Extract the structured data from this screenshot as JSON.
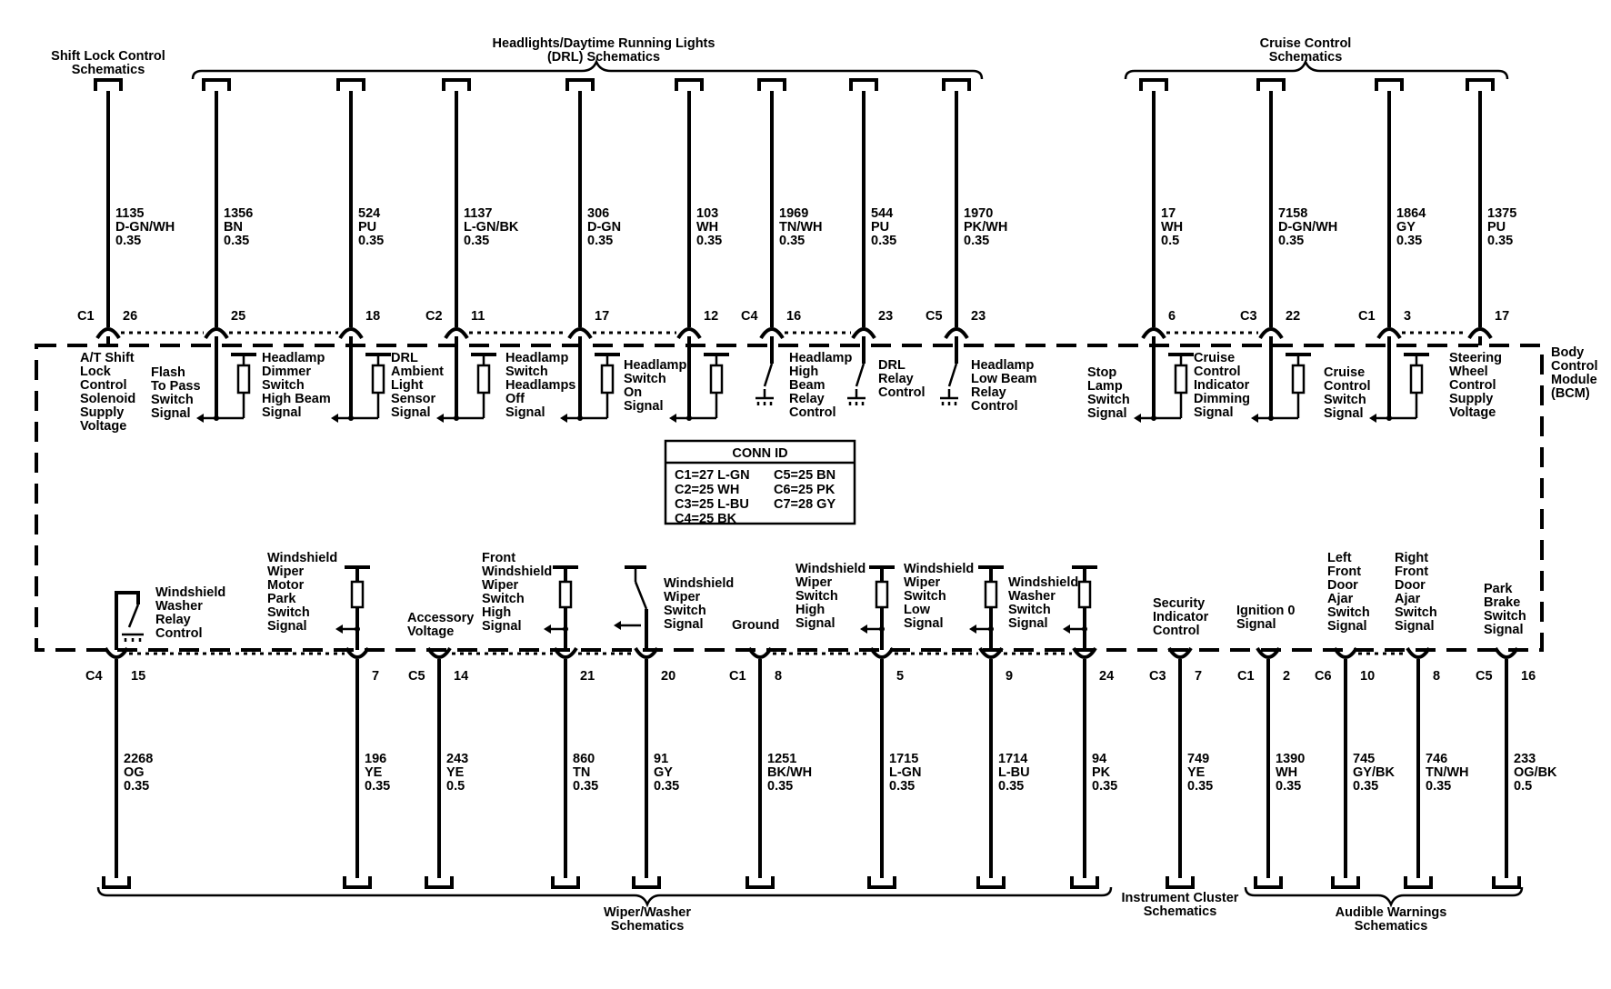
{
  "module": {
    "label_lines": [
      "Body",
      "Control",
      "Module",
      "(BCM)"
    ]
  },
  "top_groups": [
    {
      "lines": [
        "Shift Lock Control",
        "Schematics"
      ]
    },
    {
      "lines": [
        "Headlights/Daytime Running Lights",
        "(DRL) Schematics"
      ]
    },
    {
      "lines": [
        "Cruise Control",
        "Schematics"
      ]
    }
  ],
  "bottom_groups": [
    {
      "lines": [
        "Wiper/Washer",
        "Schematics"
      ]
    },
    {
      "lines": [
        "Instrument Cluster",
        "Schematics"
      ]
    },
    {
      "lines": [
        "Audible Warnings",
        "Schematics"
      ]
    }
  ],
  "top_circuits": [
    {
      "conn": "C1",
      "pin": "26",
      "circuit": "1135",
      "color": "D-GN/WH",
      "gauge": "0.35",
      "label": [
        "A/T Shift",
        "Lock",
        "Control",
        "Solenoid",
        "Supply",
        "Voltage"
      ]
    },
    {
      "conn": "",
      "pin": "25",
      "circuit": "1356",
      "color": "BN",
      "gauge": "0.35",
      "label": [
        "Flash",
        "To Pass",
        "Switch",
        "Signal"
      ]
    },
    {
      "conn": "",
      "pin": "18",
      "circuit": "524",
      "color": "PU",
      "gauge": "0.35",
      "label": [
        "Headlamp",
        "Dimmer",
        "Switch",
        "High Beam",
        "Signal"
      ]
    },
    {
      "conn": "C2",
      "pin": "11",
      "circuit": "1137",
      "color": "L-GN/BK",
      "gauge": "0.35",
      "label": [
        "DRL",
        "Ambient",
        "Light",
        "Sensor",
        "Signal"
      ]
    },
    {
      "conn": "",
      "pin": "17",
      "circuit": "306",
      "color": "D-GN",
      "gauge": "0.35",
      "label": [
        "Headlamp",
        "Switch",
        "Headlamps",
        "Off",
        "Signal"
      ]
    },
    {
      "conn": "",
      "pin": "12",
      "circuit": "103",
      "color": "WH",
      "gauge": "0.35",
      "label": [
        "Headlamp",
        "Switch",
        "On",
        "Signal"
      ]
    },
    {
      "conn": "C4",
      "pin": "16",
      "circuit": "1969",
      "color": "TN/WH",
      "gauge": "0.35",
      "label": [
        "Headlamp",
        "High",
        "Beam",
        "Relay",
        "Control"
      ]
    },
    {
      "conn": "",
      "pin": "23",
      "circuit": "544",
      "color": "PU",
      "gauge": "0.35",
      "label": [
        "DRL",
        "Relay",
        "Control"
      ]
    },
    {
      "conn": "C5",
      "pin": "23",
      "circuit": "1970",
      "color": "PK/WH",
      "gauge": "0.35",
      "label": [
        "Headlamp",
        "Low Beam",
        "Relay",
        "Control"
      ]
    },
    {
      "conn": "",
      "pin": "6",
      "circuit": "17",
      "color": "WH",
      "gauge": "0.5",
      "label": [
        "Stop",
        "Lamp",
        "Switch",
        "Signal"
      ]
    },
    {
      "conn": "C3",
      "pin": "22",
      "circuit": "7158",
      "color": "D-GN/WH",
      "gauge": "0.35",
      "label": [
        "Cruise",
        "Control",
        "Indicator",
        "Dimming",
        "Signal"
      ]
    },
    {
      "conn": "C1",
      "pin": "3",
      "circuit": "1864",
      "color": "GY",
      "gauge": "0.35",
      "label": [
        "Cruise",
        "Control",
        "Switch",
        "Signal"
      ]
    },
    {
      "conn": "",
      "pin": "17",
      "circuit": "1375",
      "color": "PU",
      "gauge": "0.35",
      "label": [
        "Steering",
        "Wheel",
        "Control",
        "Supply",
        "Voltage"
      ]
    }
  ],
  "bottom_circuits": [
    {
      "conn": "C4",
      "pin": "15",
      "circuit": "2268",
      "color": "OG",
      "gauge": "0.35",
      "label": [
        "Windshield",
        "Washer",
        "Relay",
        "Control"
      ]
    },
    {
      "conn": "",
      "pin": "7",
      "circuit": "196",
      "color": "YE",
      "gauge": "0.35",
      "label": [
        "Windshield",
        "Wiper",
        "Motor",
        "Park",
        "Switch",
        "Signal"
      ]
    },
    {
      "conn": "C5",
      "pin": "14",
      "circuit": "243",
      "color": "YE",
      "gauge": "0.5",
      "label": [
        "Accessory",
        "Voltage"
      ]
    },
    {
      "conn": "",
      "pin": "21",
      "circuit": "860",
      "color": "TN",
      "gauge": "0.35",
      "label": [
        "Front",
        "Windshield",
        "Wiper",
        "Switch",
        "High",
        "Signal"
      ]
    },
    {
      "conn": "",
      "pin": "20",
      "circuit": "91",
      "color": "GY",
      "gauge": "0.35",
      "label": [
        "Windshield",
        "Wiper",
        "Switch",
        "Signal"
      ]
    },
    {
      "conn": "C1",
      "pin": "8",
      "circuit": "1251",
      "color": "BK/WH",
      "gauge": "0.35",
      "label": [
        "Ground"
      ]
    },
    {
      "conn": "",
      "pin": "5",
      "circuit": "1715",
      "color": "L-GN",
      "gauge": "0.35",
      "label": [
        "Windshield",
        "Wiper",
        "Switch",
        "High",
        "Signal"
      ]
    },
    {
      "conn": "",
      "pin": "9",
      "circuit": "1714",
      "color": "L-BU",
      "gauge": "0.35",
      "label": [
        "Windshield",
        "Wiper",
        "Switch",
        "Low",
        "Signal"
      ]
    },
    {
      "conn": "",
      "pin": "24",
      "circuit": "94",
      "color": "PK",
      "gauge": "0.35",
      "label": [
        "Windshield",
        "Washer",
        "Switch",
        "Signal"
      ]
    },
    {
      "conn": "C3",
      "pin": "7",
      "circuit": "749",
      "color": "YE",
      "gauge": "0.35",
      "label": [
        "Security",
        "Indicator",
        "Control"
      ]
    },
    {
      "conn": "C1",
      "pin": "2",
      "circuit": "1390",
      "color": "WH",
      "gauge": "0.35",
      "label": [
        "Ignition 0",
        "Signal"
      ]
    },
    {
      "conn": "C6",
      "pin": "10",
      "circuit": "745",
      "color": "GY/BK",
      "gauge": "0.35",
      "label": [
        "Left",
        "Front",
        "Door",
        "Ajar",
        "Switch",
        "Signal"
      ]
    },
    {
      "conn": "",
      "pin": "8",
      "circuit": "746",
      "color": "TN/WH",
      "gauge": "0.35",
      "label": [
        "Right",
        "Front",
        "Door",
        "Ajar",
        "Switch",
        "Signal"
      ]
    },
    {
      "conn": "C5",
      "pin": "16",
      "circuit": "233",
      "color": "OG/BK",
      "gauge": "0.5",
      "label": [
        "Park",
        "Brake",
        "Switch",
        "Signal"
      ]
    }
  ],
  "conn_id": {
    "title": "CONN ID",
    "left": [
      "C1=27 L-GN",
      "C2=25 WH",
      "C3=25 L-BU",
      "C4=25 BK"
    ],
    "right": [
      "C5=25 BN",
      "C6=25 PK",
      "C7=28 GY"
    ]
  }
}
